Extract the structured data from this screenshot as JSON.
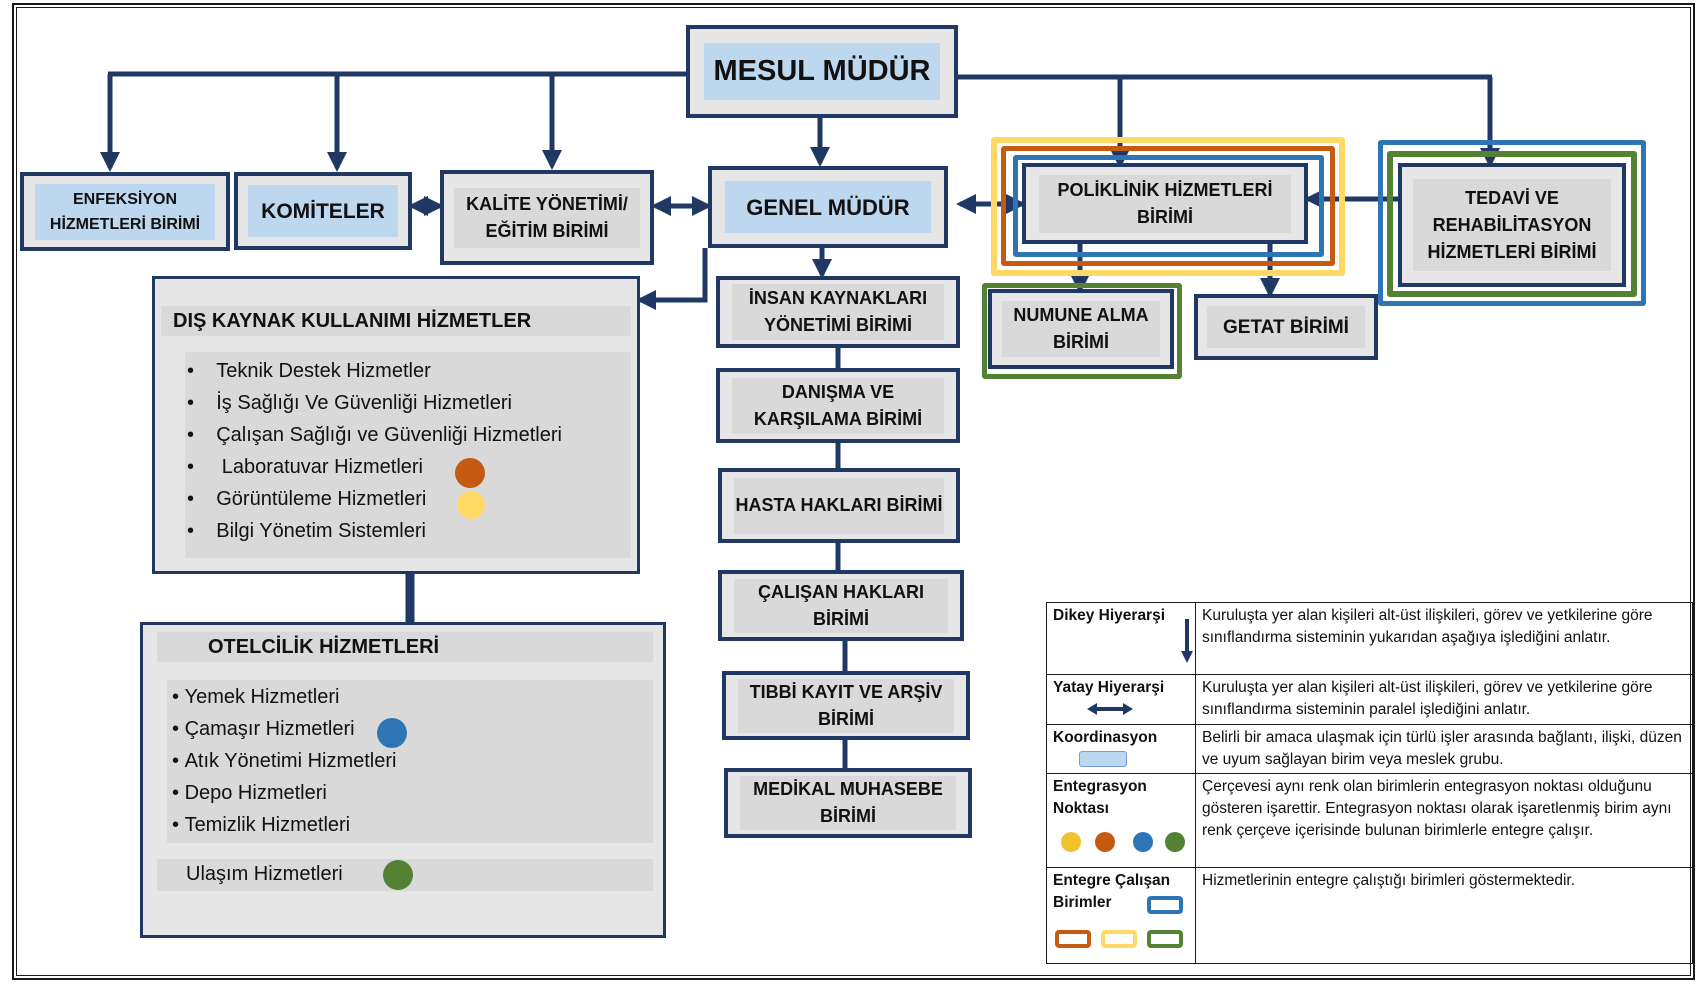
{
  "boxes": {
    "mesul_mudur": "MESUL MÜDÜR",
    "enfeksiyon": "ENFEKSİYON HİZMETLERİ BİRİMİ",
    "komiteler": "KOMİTELER",
    "kalite": "KALİTE YÖNETİMİ/ EĞİTİM BİRİMİ",
    "genel_mudur": "GENEL MÜDÜR",
    "poliklinik": "POLİKLİNİK HİZMETLERİ BİRİMİ",
    "tedavi": "TEDAVİ VE REHABİLİTASYON HİZMETLERİ BİRİMİ",
    "numune": "NUMUNE ALMA BİRİMİ",
    "getat": "GETAT BİRİMİ",
    "insan_kaynaklari": "İNSAN KAYNAKLARI YÖNETİMİ BİRİMİ",
    "danisma": "DANIŞMA VE KARŞILAMA BİRİMİ",
    "hasta_haklari": "HASTA HAKLARI BİRİMİ",
    "calisan_haklari": "ÇALIŞAN HAKLARI BİRİMİ",
    "tibbi_kayit": "TIBBİ KAYIT VE ARŞİV BİRİMİ",
    "medikal_muhasebe": "MEDİKAL MUHASEBE BİRİMİ"
  },
  "dis_kaynak": {
    "title": "DIŞ KAYNAK KULLANIMI HİZMETLER",
    "items": [
      "Teknik Destek Hizmetler",
      "İş Sağlığı Ve Güvenliği Hizmetleri",
      "Çalışan Sağlığı ve Güvenliği Hizmetleri",
      "Laboratuvar Hizmetleri",
      "Görüntüleme Hizmetleri",
      "Bilgi Yönetim Sistemleri"
    ]
  },
  "otelcilik": {
    "title": "OTELCİLİK HİZMETLERİ",
    "items": [
      "Yemek Hizmetleri",
      "Çamaşır Hizmetleri",
      "Atık Yönetimi Hizmetleri",
      "Depo Hizmetleri",
      "Temizlik Hizmetleri"
    ],
    "ulasim": "Ulaşım Hizmetleri"
  },
  "legend": [
    {
      "key": "Dikey Hiyerarşi",
      "text": "Kuruluşta yer alan kişileri alt-üst ilişkileri, görev ve yetkilerine göre sınıflandırma sisteminin yukarıdan aşağıya işlediğini anlatır."
    },
    {
      "key": "Yatay Hiyerarşi",
      "text": "Kuruluşta yer alan kişileri alt-üst ilişkileri, görev ve yetkilerine göre sınıflandırma sisteminin paralel işlediğini anlatır."
    },
    {
      "key": "Koordinasyon",
      "text": "Belirli bir amaca ulaşmak için türlü işler arasında bağlantı, ilişki, düzen ve uyum sağlayan birim veya meslek grubu."
    },
    {
      "key": "Entegrasyon Noktası",
      "text": "Çerçevesi aynı renk olan birimlerin entegrasyon noktası olduğunu gösteren işarettir. Entegrasyon noktası olarak işaretlenmiş birim aynı renk çerçeve içerisinde bulunan birimlerle entegre çalışır."
    },
    {
      "key": "Entegre Çalışan Birimler",
      "text": "Hizmetlerinin entegre çalıştığı birimleri göstermektedir."
    }
  ],
  "colors": {
    "navy": "#1f3864",
    "yellow": "#ffd966",
    "gold": "#f2c12e",
    "orange": "#c55a11",
    "blue": "#2e75b6",
    "green": "#548235"
  }
}
